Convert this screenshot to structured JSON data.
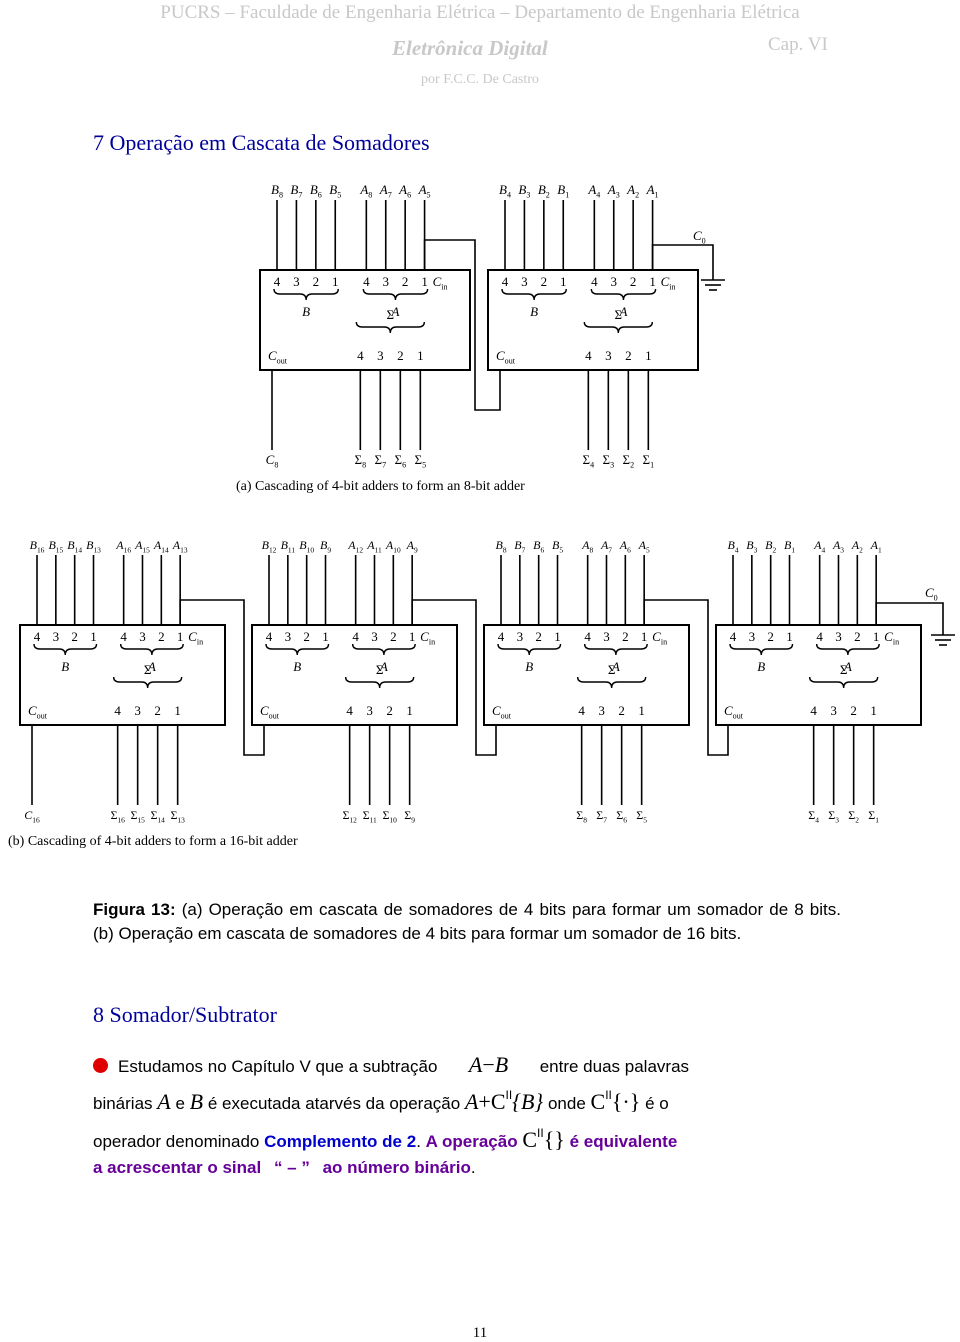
{
  "header": {
    "institution": "PUCRS – Faculdade de Engenharia Elétrica – Departamento de Engenharia Elétrica",
    "course": "Eletrônica Digital",
    "chapter": "Cap. VI",
    "author": "por F.C.C. De Castro"
  },
  "section7": {
    "title": "7 Operação em Cascata de Somadores"
  },
  "figure": {
    "input_labels_4": [
      "4",
      "3",
      "2",
      "1"
    ],
    "cin": "C",
    "cin_sub": "in",
    "cout": "C",
    "cout_sub": "out",
    "sigma": "Σ",
    "bus_b": "B",
    "bus_a": "A",
    "c0": "C",
    "c0_sub": "0",
    "caption_a": "(a)  Cascading of 4-bit adders to form an 8-bit adder",
    "caption_b": "(b)  Cascading of 4-bit adders to form a 16-bit adder",
    "panel_a": {
      "blocks": [
        {
          "inputs": "B8 B7 B6 B5 A8 A7 A6 A5",
          "carry_out": "C8",
          "sums": "Σ8 Σ7 Σ6 Σ5"
        },
        {
          "inputs": "B4 B3 B2 B1 A4 A3 A2 A1",
          "carry_out": "",
          "sums": "Σ4 Σ3 Σ2 Σ1"
        }
      ]
    },
    "panel_b": {
      "blocks": [
        {
          "inputs": "B16 B15 B14 B13 A16 A15 A14 A13",
          "carry_out": "C16",
          "sums": "Σ16 Σ15 Σ14 Σ13"
        },
        {
          "inputs": "B12 B11 B10 B9 A12 A11 A10 A9",
          "carry_out": "",
          "sums": "Σ12 Σ11 Σ10 Σ9"
        },
        {
          "inputs": "B8 B7 B6 B5 A8 A7 A6 A5",
          "carry_out": "",
          "sums": "Σ8 Σ7 Σ6 Σ5"
        },
        {
          "inputs": "B4 B3 B2 B1 A4 A3 A2 A1",
          "carry_out": "",
          "sums": "Σ4 Σ3 Σ2 Σ1"
        }
      ]
    }
  },
  "caption": {
    "label": "Figura 13:",
    "text": "(a) Operação em cascata de somadores de 4 bits para formar um somador de 8 bits. (b) Operação em cascata de somadores de 4 bits para formar um somador de 16 bits."
  },
  "section8": {
    "title": "8 Somador/Subtrator"
  },
  "body": {
    "p1_a": "Estudamos no Capítulo V que a subtração",
    "m_a": "A",
    "m_minus": "−",
    "m_b": "B",
    "p1_b": "entre duas palavras",
    "p2_a": "binárias",
    "p2_and": "e",
    "p2_b": "é executada atarvés da operação",
    "m_plus": "+",
    "m_c": "C",
    "m_sup": "II",
    "m_brace_b": "{B}",
    "p2_onde": "onde",
    "m_brace_dot": "{·}",
    "p2_end": "é o",
    "p3_a": "operador denominado",
    "p3_link": "Complemento de 2",
    "p3_b": ". ",
    "p3_c": "A operação",
    "m_brace_empty": "{}",
    "p3_d": "é equivalente",
    "p4_a": "a acrescentar o sinal",
    "p4_sign": "“ – ”",
    "p4_b": "ao número binário",
    "p4_c": "."
  },
  "page_number": "11"
}
